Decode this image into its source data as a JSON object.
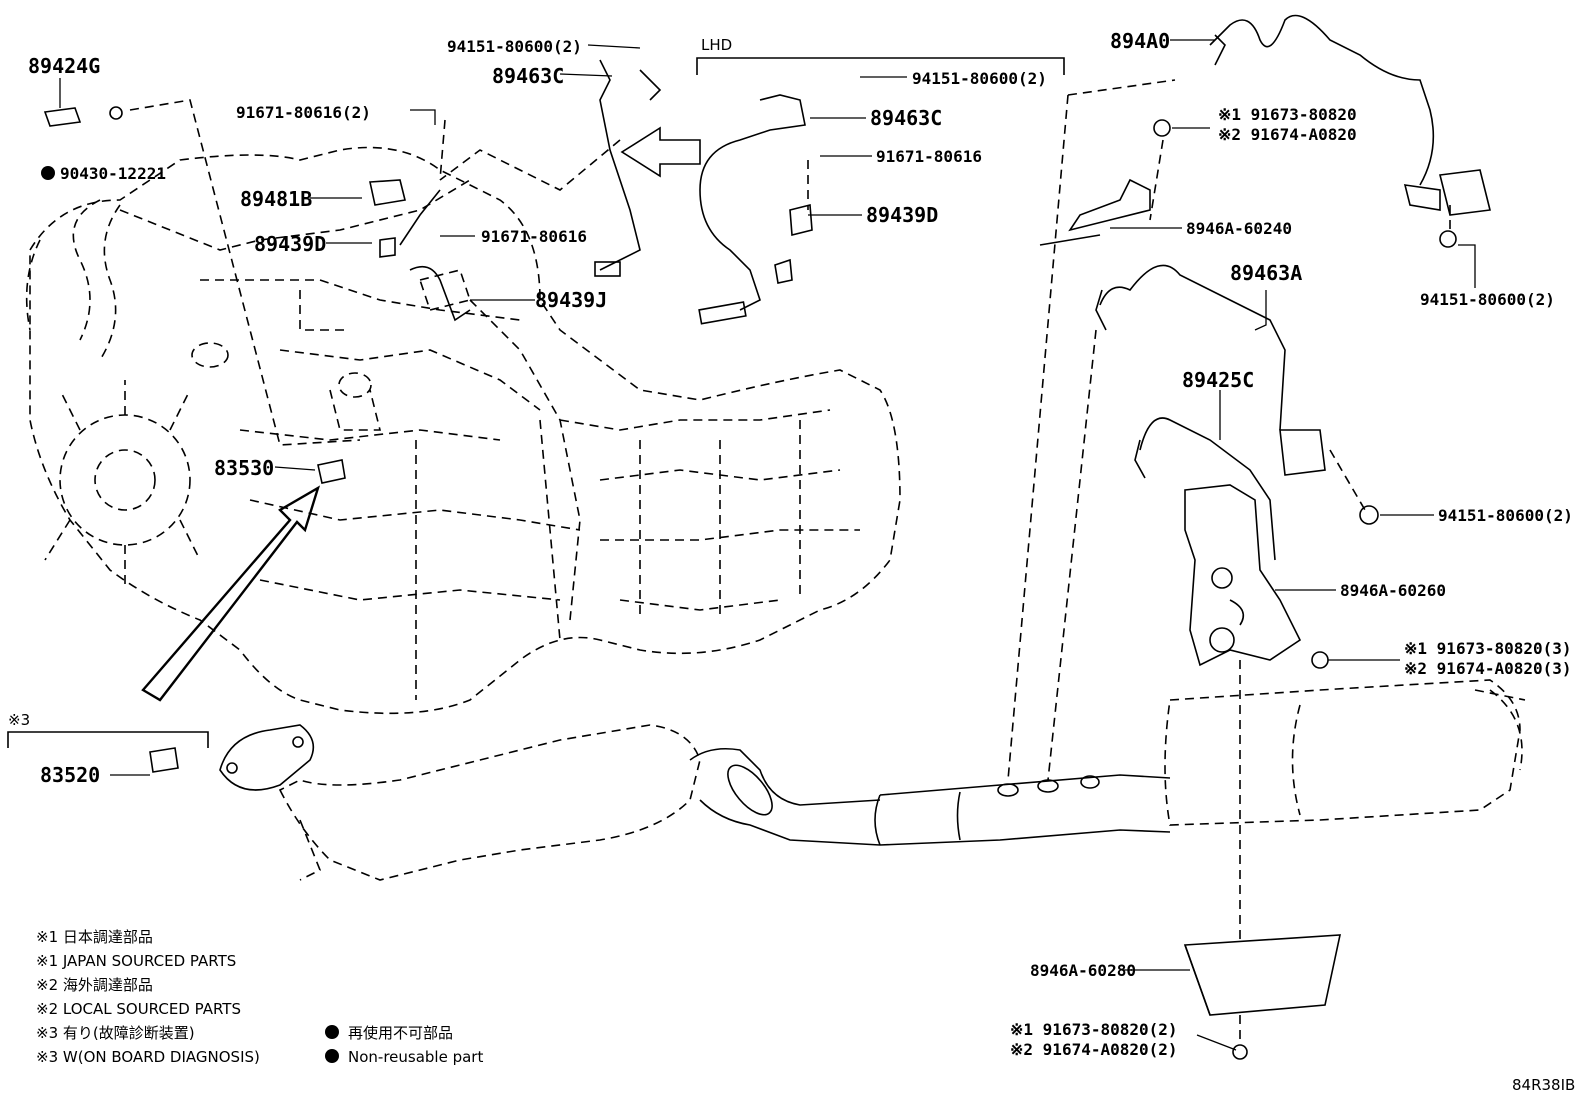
{
  "labels": {
    "p89424G": "89424G",
    "p90430": "90430-12221",
    "p91671_a": "91671-80616(2)",
    "p94151_a": "94151-80600(2)",
    "p89463C_a": "89463C",
    "p89481B": "89481B",
    "p89439D_a": "89439D",
    "p91671_b": "91671-80616",
    "p89439J": "89439J",
    "p83530": "83530",
    "lhd": "LHD",
    "p94151_b": "94151-80600(2)",
    "p89463C_b": "89463C",
    "p91671_c": "91671-80616",
    "p89439D_b": "89439D",
    "p894A0": "894A0",
    "p91673_a": "※1 91673-80820",
    "p91674_a": "※2 91674-A0820",
    "p8946A_60240": "8946A-60240",
    "p89463A": "89463A",
    "p94151_c": "94151-80600(2)",
    "p89425C": "89425C",
    "p94151_d": "94151-80600(2)",
    "p8946A_60260": "8946A-60260",
    "p91673_b": "※1 91673-80820(3)",
    "p91674_b": "※2 91674-A0820(3)",
    "mark3": "※3",
    "p83520": "83520",
    "p8946A_60280": "8946A-60280",
    "p91673_c": "※1 91673-80820(2)",
    "p91674_c": "※2 91674-A0820(2)",
    "ref": "84R38IB"
  },
  "legend": {
    "l1": "※1 日本調達部品",
    "l2": "※1 JAPAN SOURCED PARTS",
    "l3": "※2 海外調達部品",
    "l4": "※2 LOCAL SOURCED PARTS",
    "l5": "※3 有り(故障診断装置)",
    "l6": "※3 W(ON BOARD DIAGNOSIS)",
    "nr_jp": "再使用不可部品",
    "nr_en": "Non-reusable part"
  }
}
